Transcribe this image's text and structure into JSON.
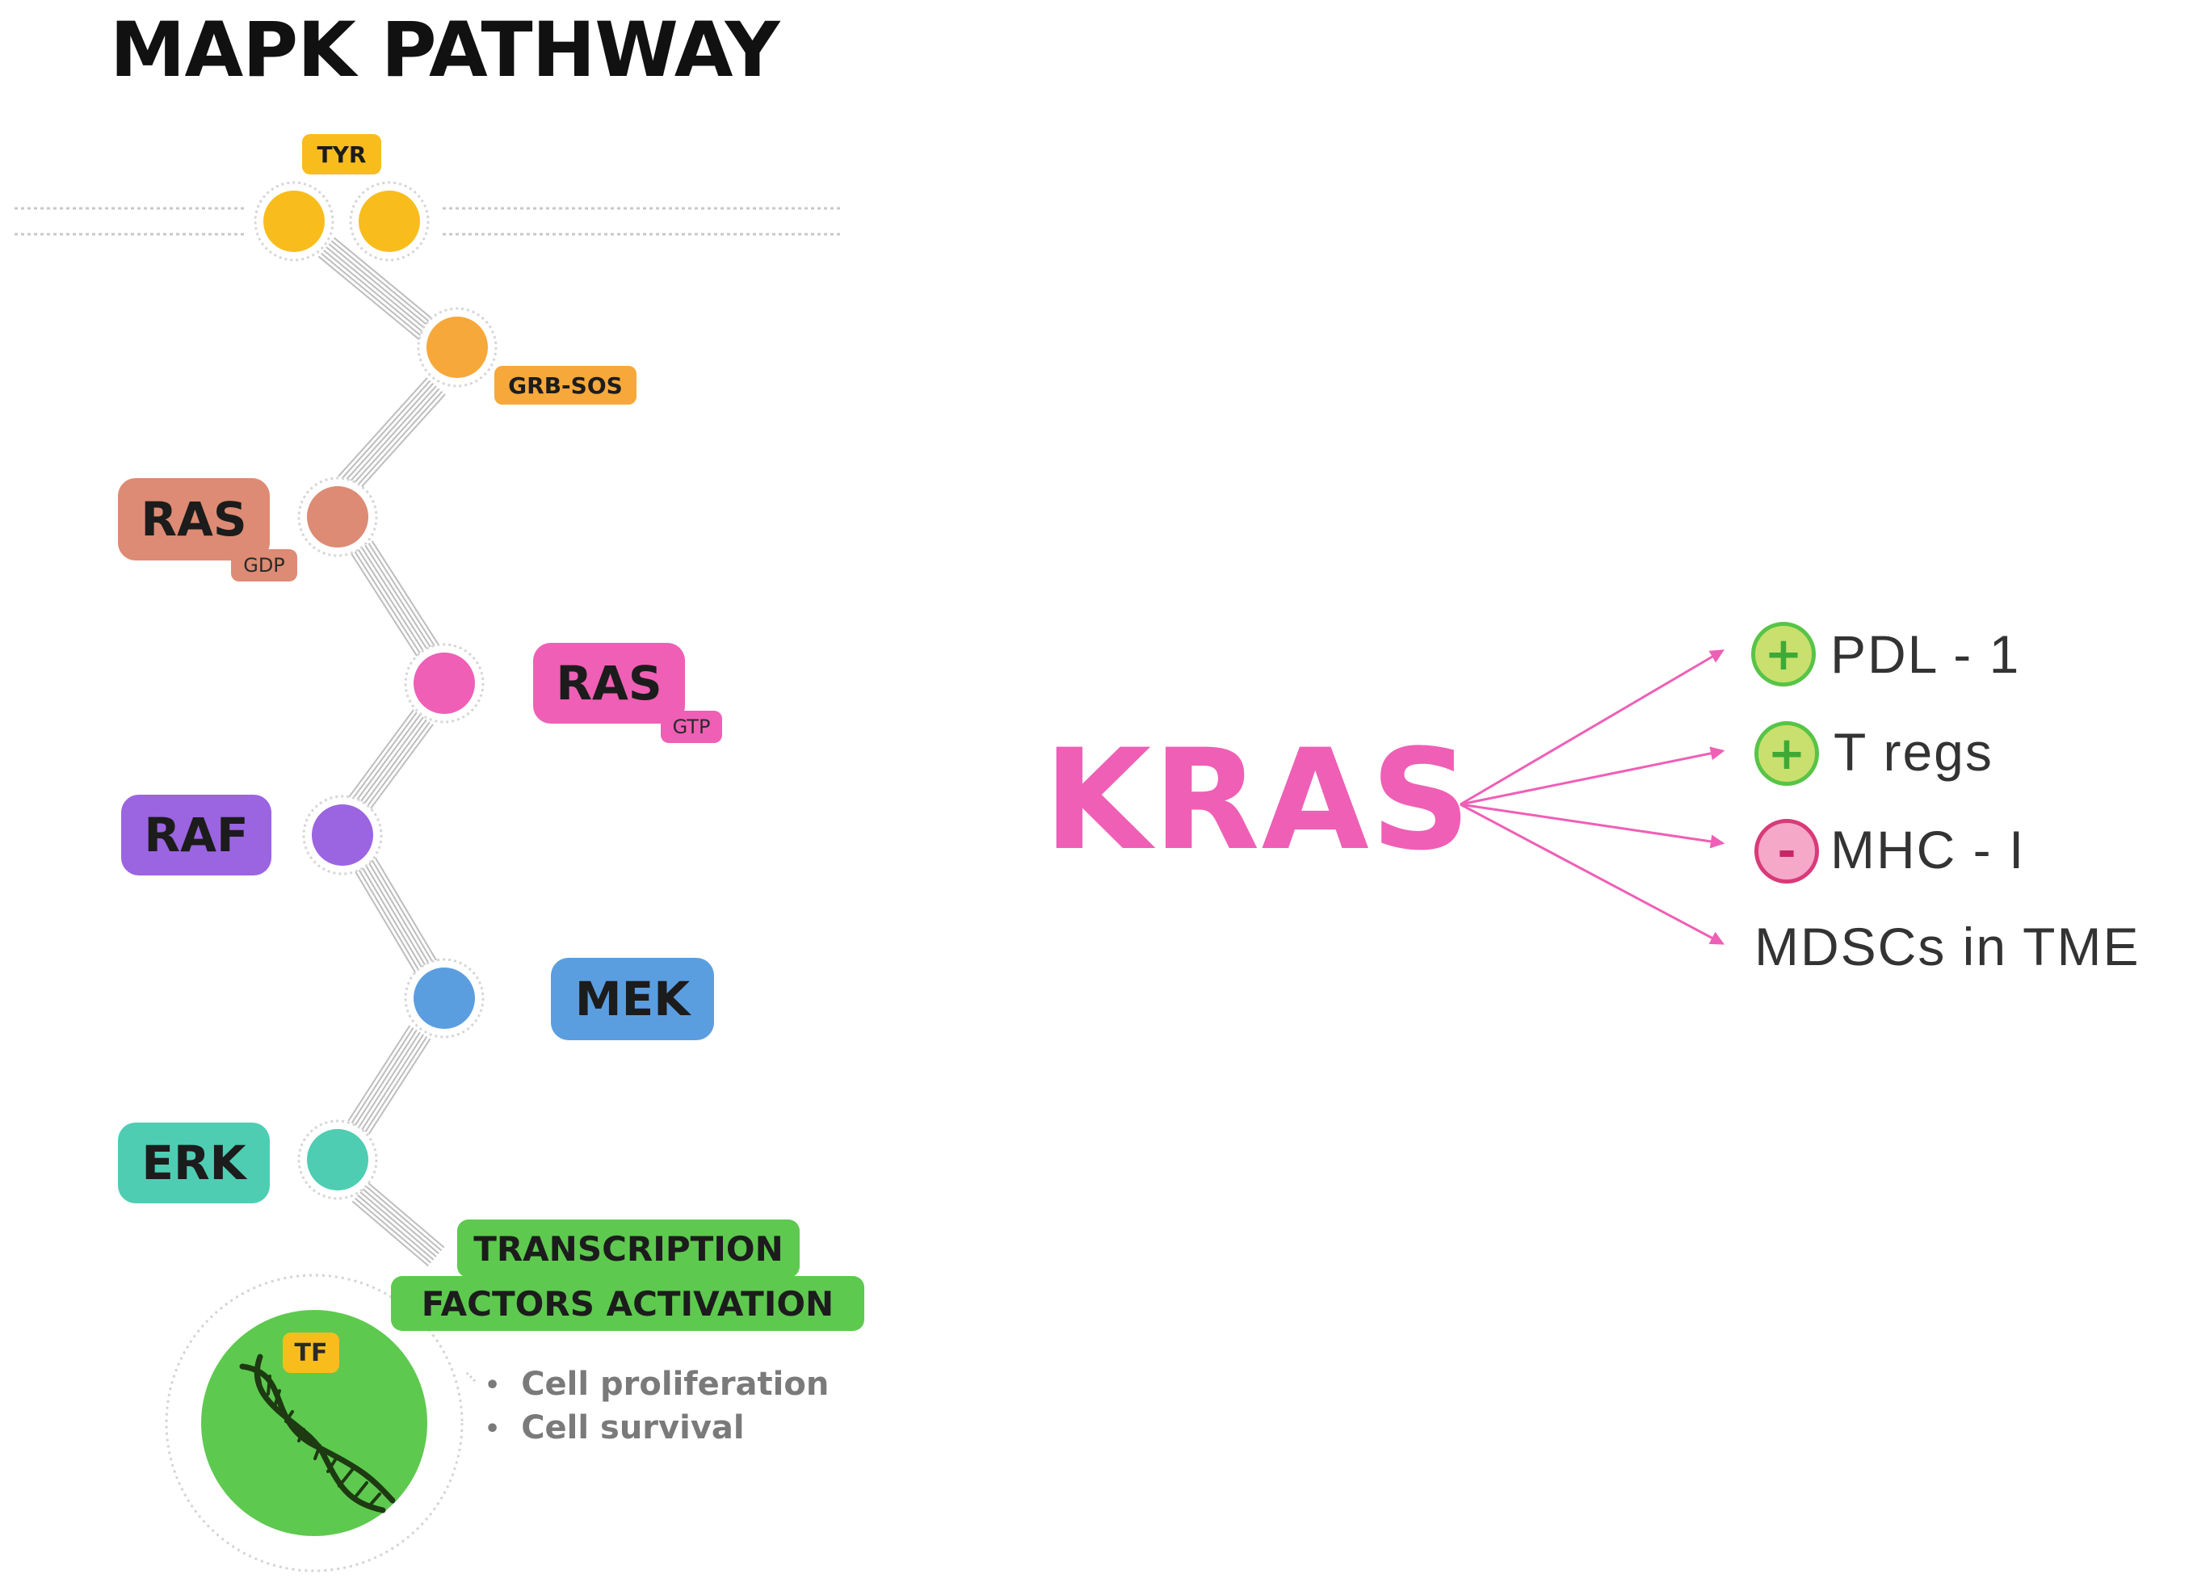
{
  "title": "MAPK PATHWAY",
  "colors": {
    "tyr": "#f8bd1c",
    "grb_sos": "#f7a83a",
    "ras_gdp": "#dd8b74",
    "ras_gtp": "#ef5fb5",
    "raf": "#9b64e0",
    "mek": "#5b9ee0",
    "erk": "#4ecdb3",
    "tf": "#5ec94f",
    "kras": "#ef5fb5"
  },
  "pathway": {
    "tyr": "TYR",
    "grb_sos": "GRB-SOS",
    "ras_gdp": {
      "label": "RAS",
      "sub": "GDP"
    },
    "ras_gtp": {
      "label": "RAS",
      "sub": "GTP"
    },
    "raf": "RAF",
    "mek": "MEK",
    "erk": "ERK",
    "tf_activation_line1": "TRANSCRIPTION",
    "tf_activation_line2": "FACTORS ACTIVATION",
    "tf_badge": "TF",
    "outcomes": [
      "Cell proliferation",
      "Cell survival"
    ]
  },
  "kras": {
    "label": "KRAS",
    "effects": [
      {
        "sign": "+",
        "label": "PDL - 1"
      },
      {
        "sign": "+",
        "label": "T regs"
      },
      {
        "sign": "-",
        "label": "MHC - I"
      },
      {
        "sign": "",
        "label": "MDSCs in TME"
      }
    ]
  }
}
